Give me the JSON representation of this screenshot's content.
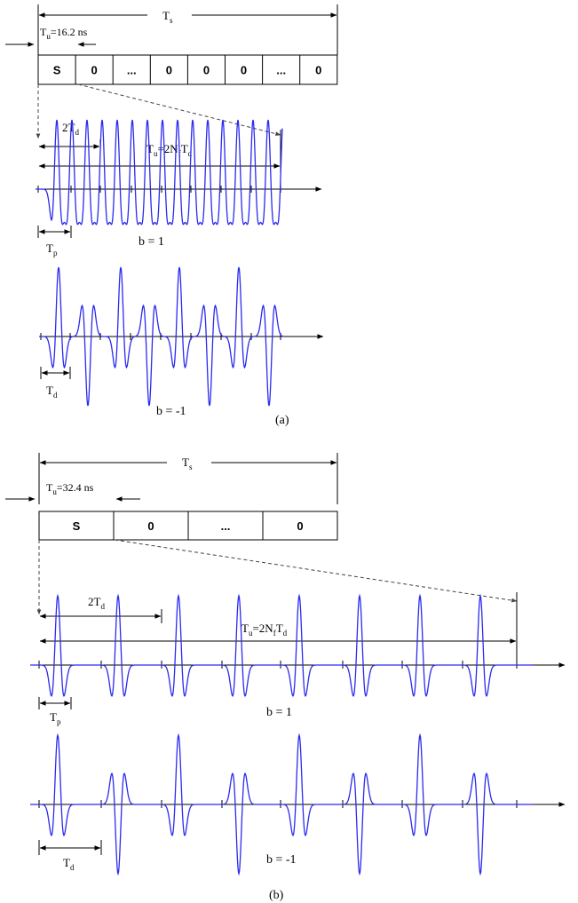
{
  "panel_a": {
    "ts_main": "T",
    "ts_sub": "s",
    "tu_main": "T",
    "tu_sub": "u",
    "tu_value": "=16.2 ns",
    "frame_cells": [
      "S",
      "0",
      "...",
      "0",
      "0",
      "0",
      "...",
      "0"
    ],
    "two_td_main": "2T",
    "two_td_sub": "d",
    "tu_eq": {
      "a": "T",
      "b": "u",
      "c": "=2N",
      "d": "f",
      "e": "T",
      "f": "d"
    },
    "tp_main": "T",
    "tp_sub": "p",
    "td_main": "T",
    "td_sub": "d",
    "b_pos": "b = 1",
    "b_neg": "b = -1",
    "caption": "(a)"
  },
  "panel_b": {
    "ts_main": "T",
    "ts_sub": "s",
    "tu_main": "T",
    "tu_sub": "u",
    "tu_value": "=32.4 ns",
    "frame_cells": [
      "S",
      "0",
      "...",
      "0"
    ],
    "two_td_main": "2T",
    "two_td_sub": "d",
    "tu_eq": {
      "a": "T",
      "b": "u",
      "c": "=2N",
      "d": "f",
      "e": "T",
      "f": "d"
    },
    "tp_main": "T",
    "tp_sub": "p",
    "td_main": "T",
    "td_sub": "d",
    "b_pos": "b = 1",
    "b_neg": "b = -1",
    "caption": "(b)"
  },
  "colors": {
    "waveform": "#2b2bf0",
    "lines": "#000000",
    "dashed": "#444444"
  }
}
